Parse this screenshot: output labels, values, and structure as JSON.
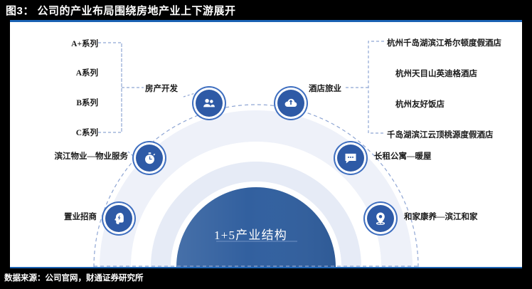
{
  "header": {
    "title": "图3： 公司的产业布局围绕房地产业上下游展开",
    "accent_color": "#1a62b3"
  },
  "footer": {
    "source": "数据来源：公司官网，财通证券研究所"
  },
  "diagram": {
    "center_label": "1+5产业结构",
    "dome_color": "#2e5aa6",
    "ring_color": "#dfe5f2",
    "node_color": "#2e5aa6",
    "dash_color": "#8fa6d4",
    "nodes": [
      {
        "id": "property-development",
        "icon": "users-icon",
        "label": "房产开发"
      },
      {
        "id": "hotel-tourism",
        "icon": "cloud-upload-icon",
        "label": "酒店旅业"
      },
      {
        "id": "property-service",
        "icon": "stopwatch-icon",
        "label": "滨江物业—物业服务"
      },
      {
        "id": "long-term-apartment",
        "icon": "chat-bubble-icon",
        "label": "长租公寓—暖屋"
      },
      {
        "id": "real-estate-investment",
        "icon": "head-idea-icon",
        "label": "置业招商"
      },
      {
        "id": "health-care",
        "icon": "location-pin-icon",
        "label": "和家康养—滨江和家"
      }
    ],
    "product_series": [
      {
        "label": "A+系列"
      },
      {
        "label": "A系列"
      },
      {
        "label": "B系列"
      },
      {
        "label": "C系列"
      }
    ],
    "hotels": [
      {
        "label": "杭州千岛湖滨江希尔顿度假酒店"
      },
      {
        "label": "杭州天目山英迪格酒店"
      },
      {
        "label": "杭州友好饭店"
      },
      {
        "label": "千岛湖滨江云顶桃源度假酒店"
      }
    ]
  }
}
